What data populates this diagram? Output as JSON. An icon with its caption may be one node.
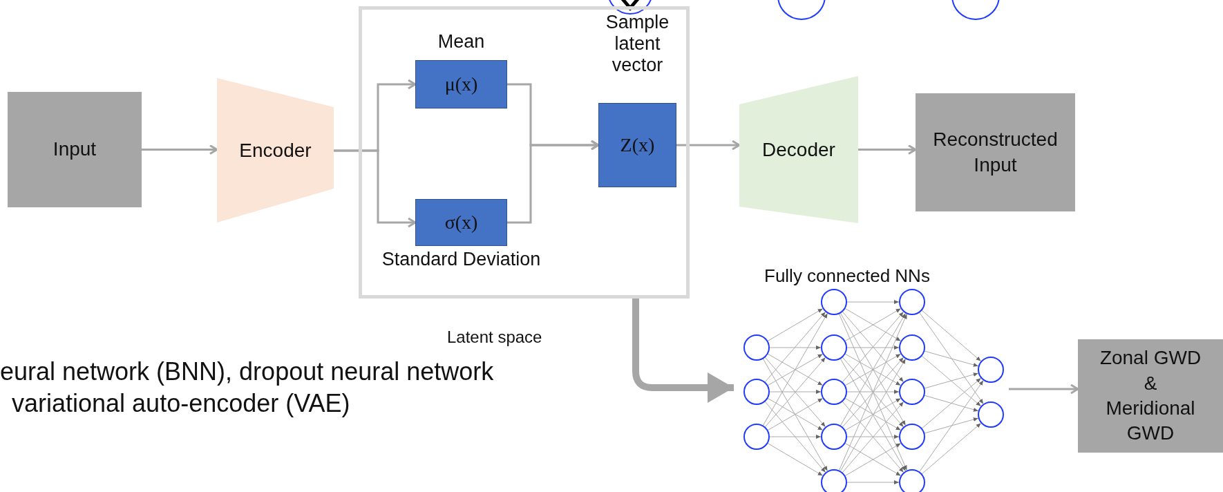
{
  "diagram": {
    "nodes": [
      {
        "text": [
          "Input"
        ]
      },
      {
        "text": [
          "Encoder"
        ]
      },
      {
        "text": [
          "Latent space"
        ]
      },
      {
        "text": [
          "Mean",
          "μ(x)"
        ],
        "in": 2
      },
      {
        "text": [
          "σ(x)",
          "Standard Deviation"
        ],
        "in": 2
      },
      {
        "text": [
          "Sample latent vector",
          "Z(x)"
        ],
        "in": 2
      },
      {
        "text": [
          "Decoder"
        ]
      },
      {
        "text": [
          "Reconstructed Input"
        ]
      },
      {
        "text": [
          "Fully connected NNs"
        ]
      },
      {
        "text": [
          "Zonal GWD & Meridional GWD"
        ]
      }
    ],
    "edges": [
      {
        "from": 0,
        "to": 1,
        "arrow": "to"
      },
      {
        "from": 1,
        "to": 3,
        "arrow": "to"
      },
      {
        "from": 1,
        "to": 4,
        "arrow": "to"
      },
      {
        "from": 3,
        "to": 5,
        "arrow": "to"
      },
      {
        "from": 4,
        "to": 5,
        "arrow": "to"
      },
      {
        "from": 5,
        "to": 6,
        "arrow": "to"
      },
      {
        "from": 6,
        "to": 7,
        "arrow": "to"
      },
      {
        "from": 2,
        "to": 8,
        "arrow": "to",
        "style": "thick"
      },
      {
        "from": 8,
        "to": 9,
        "arrow": "to"
      }
    ],
    "labels": [
      "eural network (BNN), dropout neural network",
      "variational auto-encoder (VAE)"
    ]
  }
}
